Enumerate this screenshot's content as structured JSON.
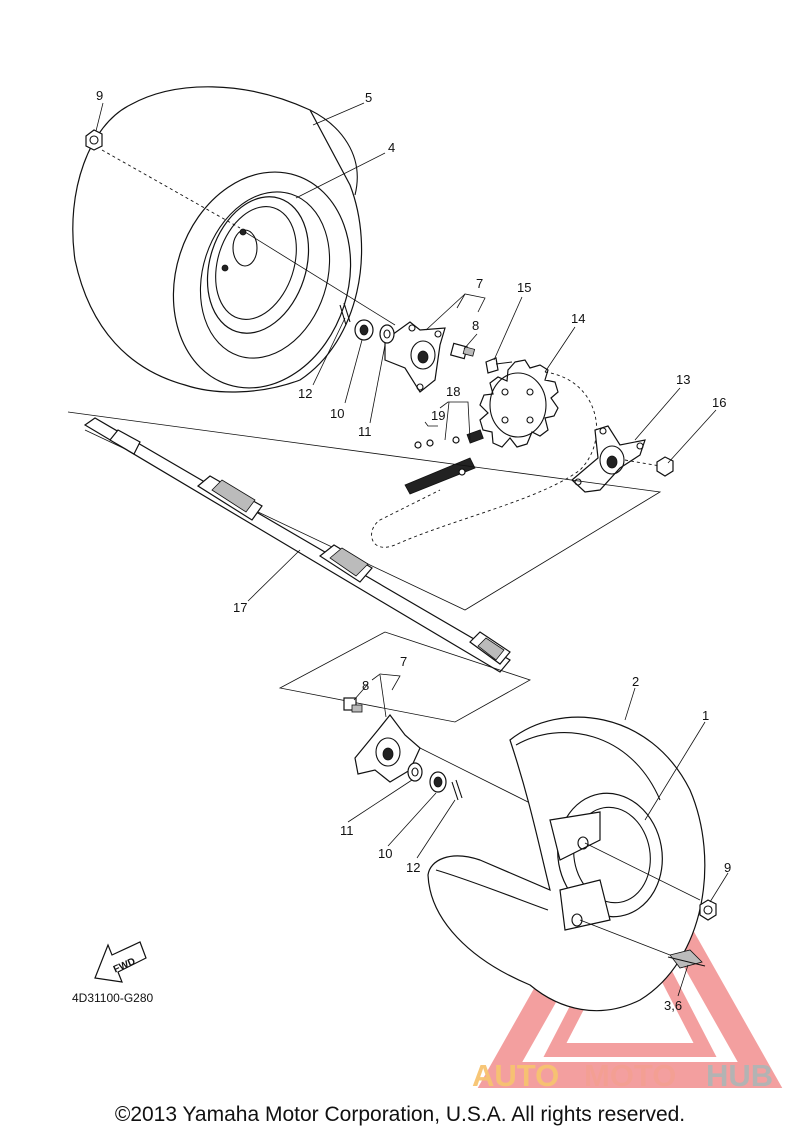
{
  "callouts": [
    {
      "id": "c9a",
      "text": "9"
    },
    {
      "id": "c5",
      "text": "5"
    },
    {
      "id": "c4",
      "text": "4"
    },
    {
      "id": "c7a",
      "text": "7"
    },
    {
      "id": "c8a",
      "text": "8"
    },
    {
      "id": "c15",
      "text": "15"
    },
    {
      "id": "c14",
      "text": "14"
    },
    {
      "id": "c13",
      "text": "13"
    },
    {
      "id": "c16",
      "text": "16"
    },
    {
      "id": "c12a",
      "text": "12"
    },
    {
      "id": "c10a",
      "text": "10"
    },
    {
      "id": "c11a",
      "text": "11"
    },
    {
      "id": "c18",
      "text": "18"
    },
    {
      "id": "c19",
      "text": "19"
    },
    {
      "id": "c17",
      "text": "17"
    },
    {
      "id": "c7b",
      "text": "7"
    },
    {
      "id": "c8b",
      "text": "8"
    },
    {
      "id": "c2",
      "text": "2"
    },
    {
      "id": "c1",
      "text": "1"
    },
    {
      "id": "c11b",
      "text": "11"
    },
    {
      "id": "c10b",
      "text": "10"
    },
    {
      "id": "c12b",
      "text": "12"
    },
    {
      "id": "c9b",
      "text": "9"
    },
    {
      "id": "c36",
      "text": "3,6"
    }
  ],
  "fwd_label": "FWD",
  "diagram_code": "4D31100-G280",
  "watermark": {
    "brand": "AUTOMOTOHUB",
    "colors": {
      "auto": "#f5b041",
      "moto": "#f08070",
      "hub": "#9a9a9a",
      "triangle": "#f08080"
    }
  },
  "copyright": "©2013 Yamaha Motor Corporation, U.S.A. All rights reserved."
}
